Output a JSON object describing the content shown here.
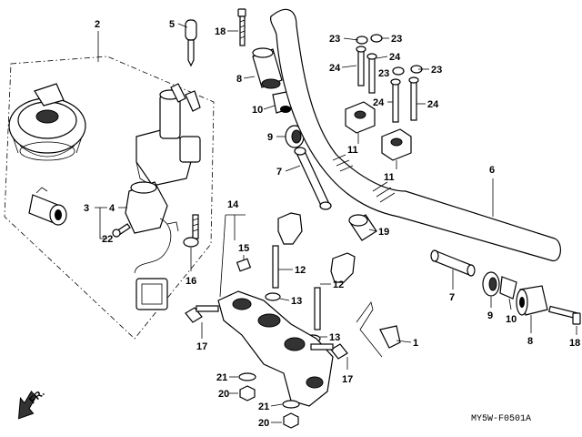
{
  "diagram_code": "MY5W-F0501A",
  "front_marker": "FR.",
  "callouts": {
    "c2": "2",
    "c5": "5",
    "c18a": "18",
    "c8a": "8",
    "c10a": "10",
    "c9a": "9",
    "c7a": "7",
    "c23a": "23",
    "c23b": "23",
    "c23c": "23",
    "c23d": "23",
    "c24a": "24",
    "c24b": "24",
    "c24c": "24",
    "c24d": "24",
    "c11a": "11",
    "c11b": "11",
    "c6": "6",
    "c19": "19",
    "c3": "3",
    "c4": "4",
    "c22": "22",
    "c16": "16",
    "c14": "14",
    "c15": "15",
    "c12a": "12",
    "c12b": "12",
    "c13a": "13",
    "c13b": "13",
    "c17a": "17",
    "c17b": "17",
    "c21a": "21",
    "c21b": "21",
    "c20a": "20",
    "c20b": "20",
    "c1": "1",
    "c7b": "7",
    "c9b": "9",
    "c10b": "10",
    "c8b": "8",
    "c18b": "18"
  }
}
